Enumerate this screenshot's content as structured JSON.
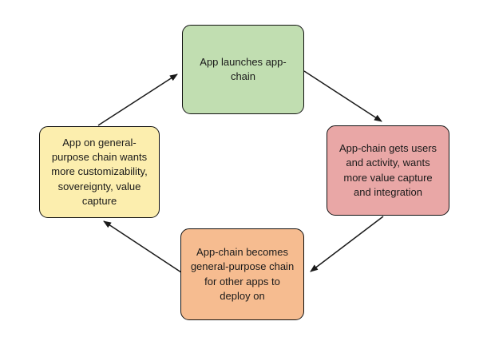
{
  "diagram": {
    "background_color": "#ffffff",
    "border_color": "#111111",
    "text_color": "#1a1a1a",
    "arrow_color": "#1a1a1a",
    "nodes": [
      {
        "id": "top",
        "label": "App launches app-chain",
        "fill": "#c1deb1"
      },
      {
        "id": "right",
        "label": "App-chain gets users and activity, wants more value capture and integration",
        "fill": "#e9a7a6"
      },
      {
        "id": "bottom",
        "label": "App-chain becomes general-purpose chain for other apps to deploy on",
        "fill": "#f6bc90"
      },
      {
        "id": "left",
        "label": "App on general-purpose chain wants more customizability, sovereignty, value capture",
        "fill": "#fceeae"
      }
    ],
    "edges": [
      {
        "from": "top",
        "to": "right"
      },
      {
        "from": "right",
        "to": "bottom"
      },
      {
        "from": "bottom",
        "to": "left"
      },
      {
        "from": "left",
        "to": "top"
      }
    ]
  }
}
